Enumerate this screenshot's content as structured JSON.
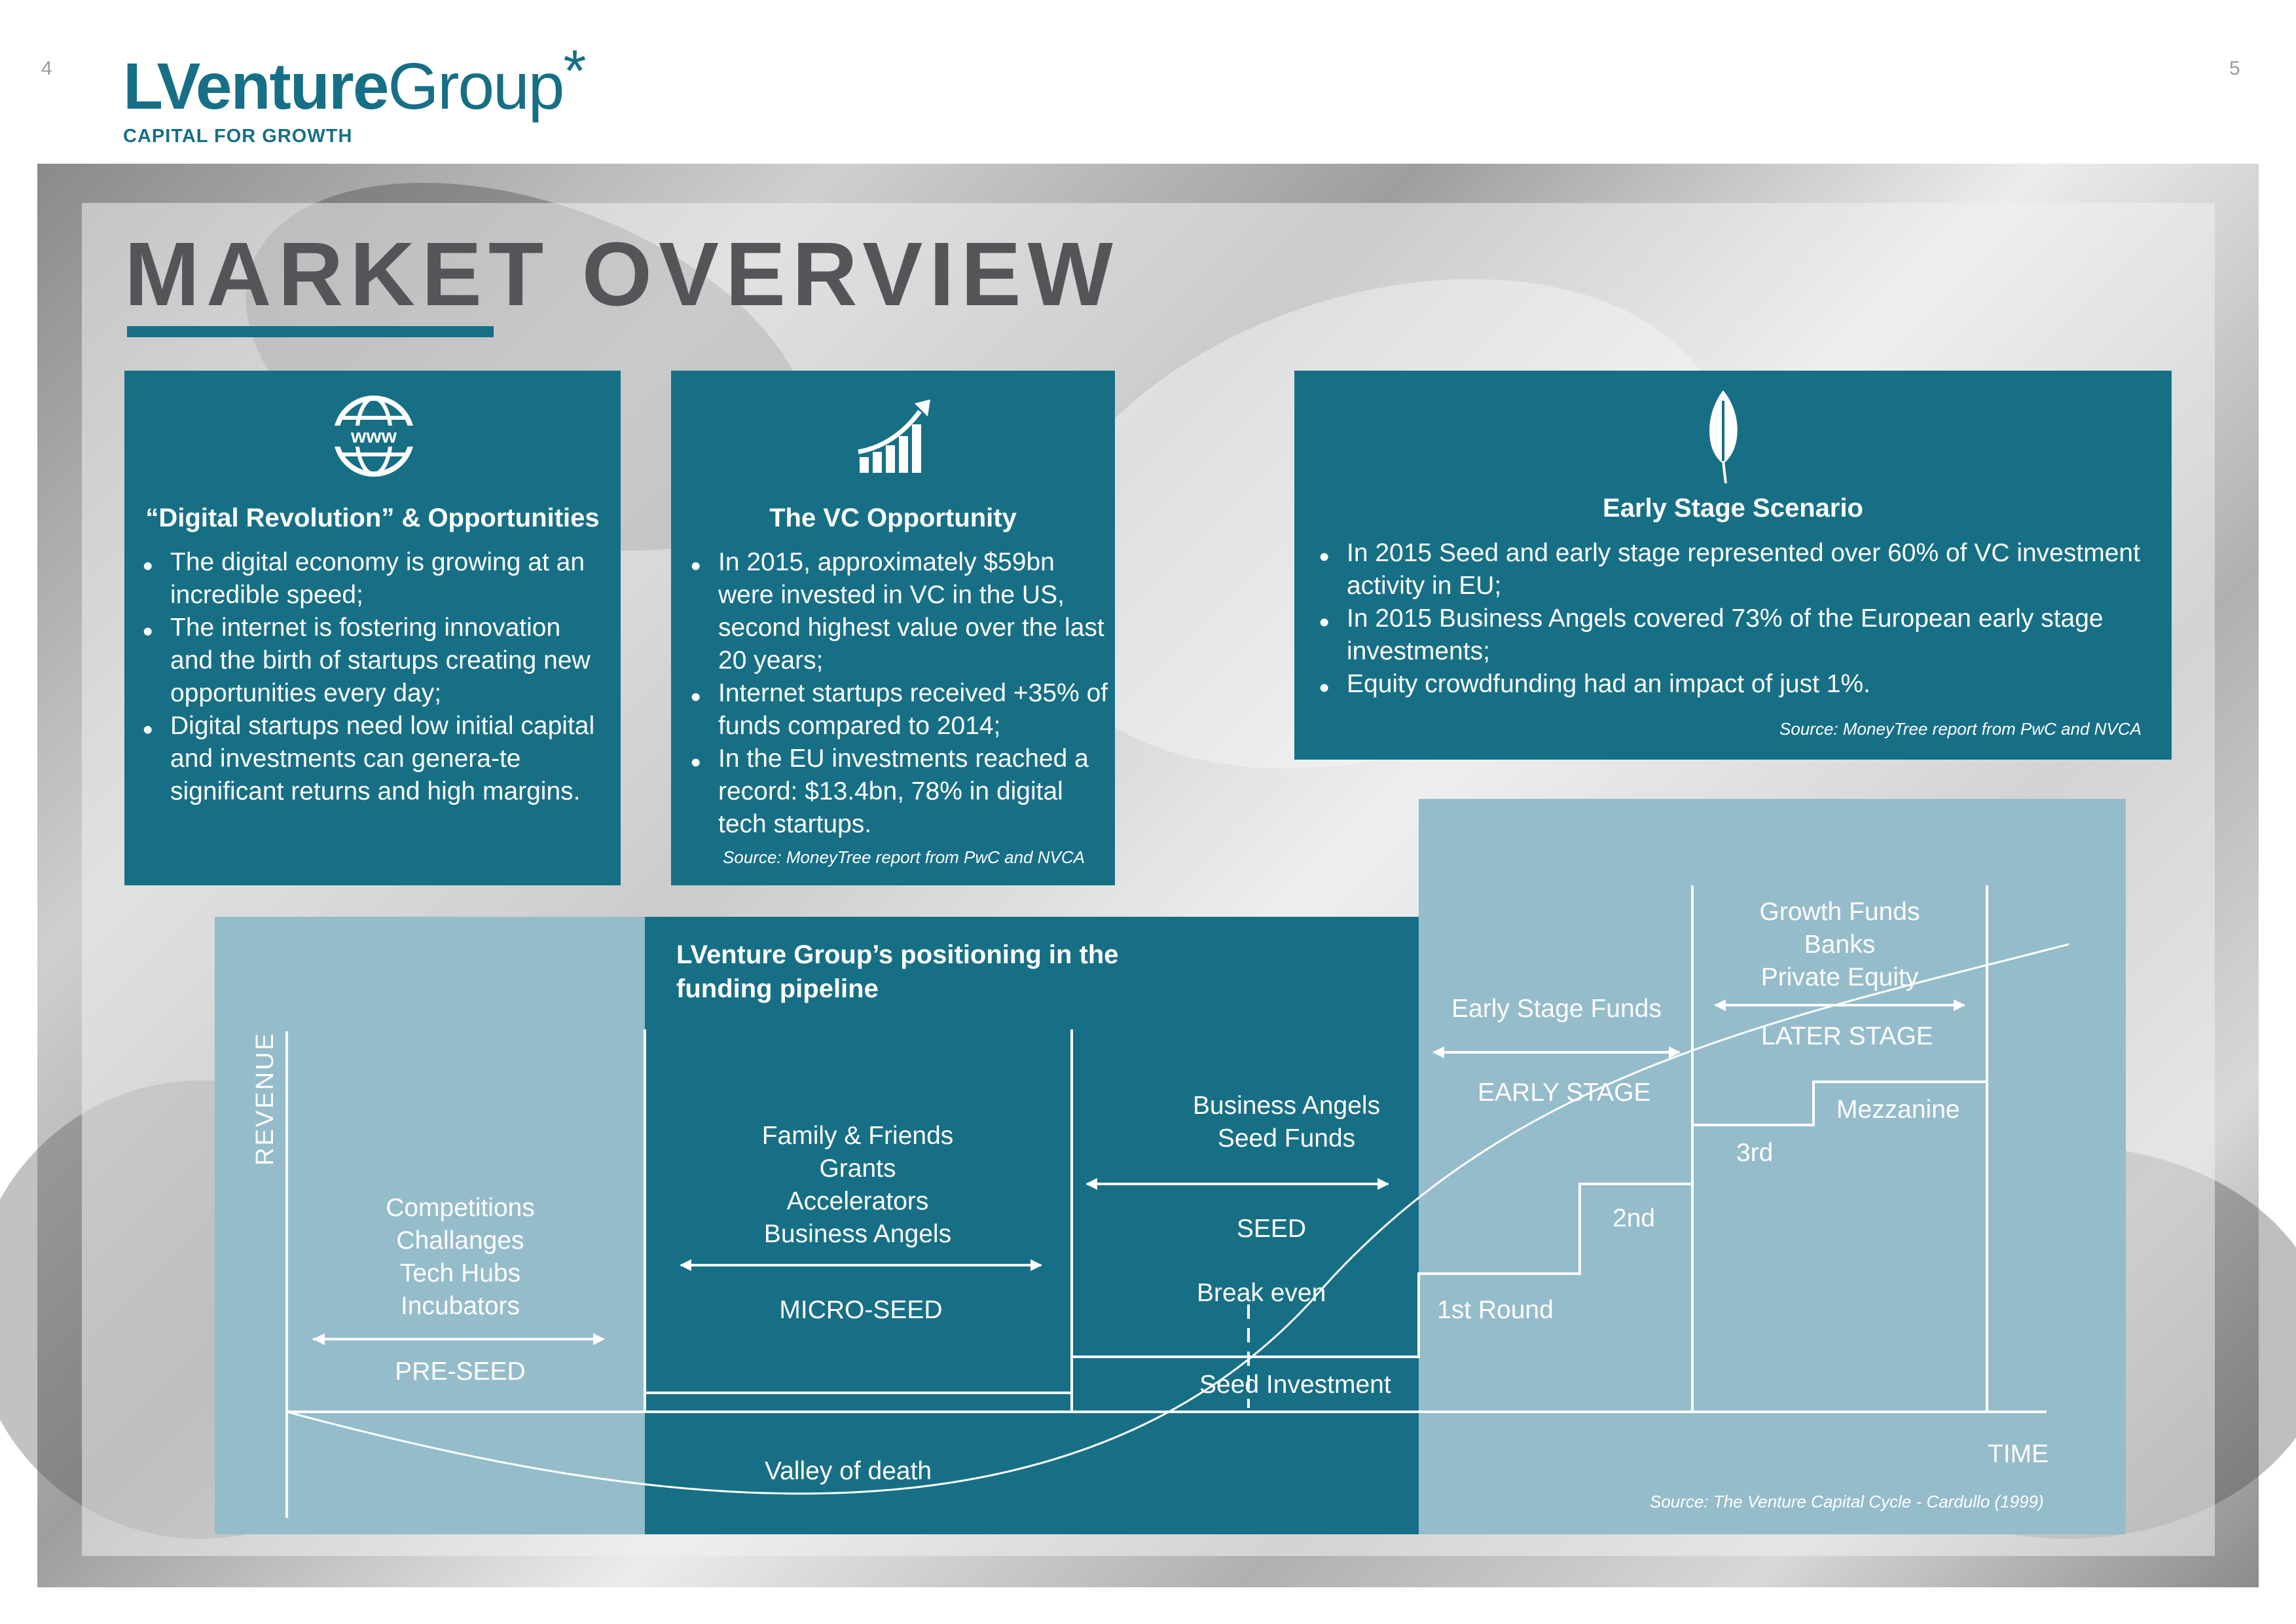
{
  "page": {
    "left_number": "4",
    "right_number": "5"
  },
  "logo": {
    "word_bold": "LVenture",
    "word_regular": "Group",
    "star": "*",
    "tagline": "CAPITAL FOR GROWTH"
  },
  "title": "MARKET OVERVIEW",
  "cards": {
    "digital": {
      "icon": "www-globe-icon",
      "title": "“Digital Revolution” & Opportunities",
      "bullets": [
        "The digital economy is growing at an incredible speed;",
        "The internet is fostering innovation and the birth of startups creating new opportunities every day;",
        "Digital startups need low initial capital and investments can genera-te significant returns and high margins."
      ]
    },
    "vc": {
      "icon": "growth-chart-icon",
      "title": "The VC Opportunity",
      "bullets": [
        "In 2015, approximately $59bn were invested in VC in the US, second highest value over the last 20 years;",
        "Internet startups received +35% of funds compared to 2014;",
        "In the EU investments reached a record: $13.4bn, 78% in digital tech startups."
      ],
      "source": "Source: MoneyTree report from PwC and NVCA"
    },
    "early": {
      "icon": "leaf-icon",
      "title": "Early Stage Scenario",
      "bullets": [
        "In 2015 Seed and early stage represented over 60% of VC investment activity in EU;",
        "In 2015 Business Angels covered 73% of the European early stage investments;",
        "Equity crowdfunding had an impact of just 1%."
      ],
      "source": "Source: MoneyTree report from PwC and NVCA"
    }
  },
  "pipeline": {
    "heading": "LVenture Group’s positioning in the funding pipeline",
    "y_axis": "REVENUE",
    "x_axis": "TIME",
    "source": "Source: The Venture Capital Cycle - Cardullo (1999)",
    "pre_seed": {
      "items": [
        "Competitions",
        "Challanges",
        "Tech Hubs",
        "Incubators"
      ],
      "stage": "PRE-SEED"
    },
    "micro_seed": {
      "items": [
        "Family & Friends",
        "Grants",
        "Accelerators",
        "Business Angels"
      ],
      "stage": "MICRO-SEED"
    },
    "seed": {
      "items": [
        "Business Angels",
        "Seed Funds"
      ],
      "stage": "SEED"
    },
    "early_stage": {
      "funds": "Early Stage Funds",
      "stage": "EARLY STAGE"
    },
    "later_stage": {
      "items": [
        "Growth Funds",
        "Banks",
        "Private Equity"
      ],
      "stage": "LATER STAGE"
    },
    "break_even": "Break even",
    "seed_investment": "Seed Investment",
    "valley": "Valley of death",
    "rounds": {
      "first": "1st Round",
      "second": "2nd",
      "third": "3rd",
      "mezzanine": "Mezzanine"
    }
  }
}
